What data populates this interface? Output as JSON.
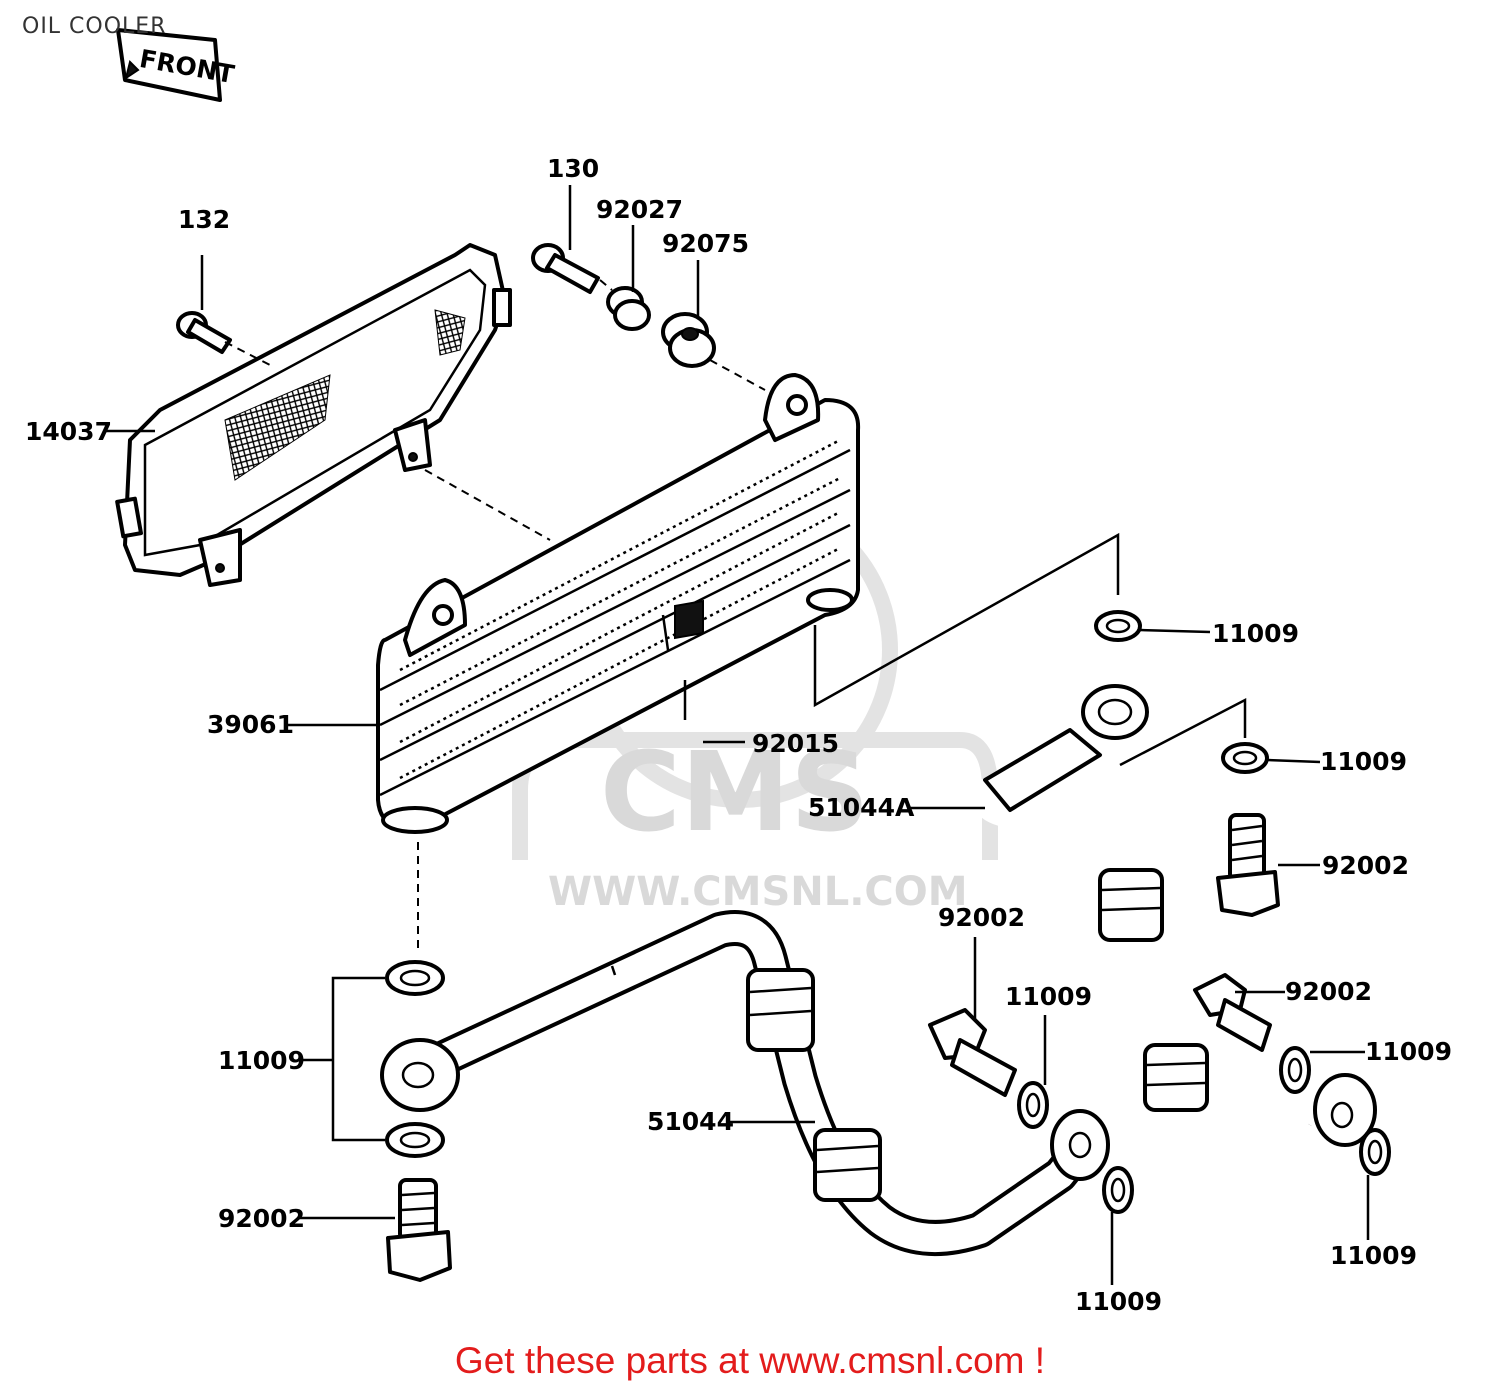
{
  "title": "OIL COOLER",
  "front_marker": "FRONT",
  "watermark": {
    "logo": "CMS",
    "url": "WWW.CMSNL.COM"
  },
  "labels": {
    "part_130": "130",
    "part_132": "132",
    "part_92027": "92027",
    "part_92075": "92075",
    "part_14037": "14037",
    "part_39061": "39061",
    "part_92015": "92015",
    "part_11009_a": "11009",
    "part_11009_b": "11009",
    "part_51044A": "51044A",
    "part_92002_a": "92002",
    "part_92002_b": "92002",
    "part_11009_c": "11009",
    "part_92002_c": "92002",
    "part_11009_d": "11009",
    "part_11009_e": "11009",
    "part_51044": "51044",
    "part_92002_d": "92002",
    "part_11009_f": "11009",
    "part_11009_g": "11009"
  },
  "footer": "Get these parts at www.cmsnl.com !",
  "colors": {
    "footer_text": "#e31c1c",
    "line_art": "#000000",
    "watermark": "#d9d9d9"
  }
}
